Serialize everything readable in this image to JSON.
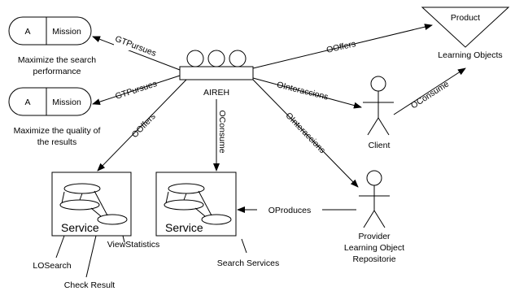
{
  "missions": [
    {
      "glyph": "A",
      "label": "Mission",
      "caption": [
        "Maximize the search",
        "performance"
      ]
    },
    {
      "glyph": "A",
      "label": "Mission",
      "caption": [
        "Maximize the quality of",
        "the results"
      ]
    }
  ],
  "agent": {
    "label": "AIREH"
  },
  "product": {
    "label": "Product",
    "caption": "Learning Objects"
  },
  "client": {
    "label": "Client"
  },
  "provider": {
    "lines": [
      "Provider",
      "Learning Object",
      "Repositorie"
    ]
  },
  "services": [
    {
      "label": "Service",
      "annotations": [
        "LOSearch",
        "Check Result",
        "ViewStatistics"
      ]
    },
    {
      "label": "Service",
      "annotations": [
        "Search Services"
      ]
    }
  ],
  "relations": {
    "pursues_1": "GTPursues",
    "pursues_2": "GTPursues",
    "offers_product": "OOffers",
    "interactions_client": "OInteraccions",
    "consume_client": "OConsume",
    "offers_service": "OOffers",
    "consume_service": "OConsume",
    "interactions_provider": "OInteraccions",
    "produces": "OProduces"
  }
}
